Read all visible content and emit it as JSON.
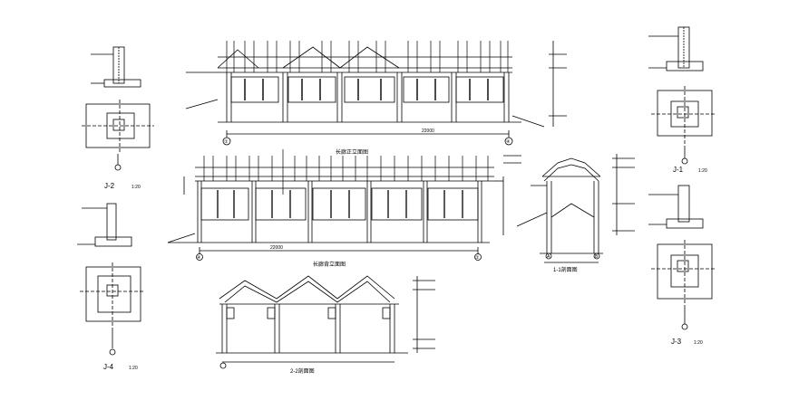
{
  "drawing": {
    "footing_details": [
      {
        "id": "j2",
        "label": "J-2",
        "scale": "1:20"
      },
      {
        "id": "j4",
        "label": "J-4",
        "scale": "1:20"
      },
      {
        "id": "j1",
        "label": "J-1",
        "scale": "1:20"
      },
      {
        "id": "j3",
        "label": "J-3",
        "scale": "1:20"
      }
    ],
    "axis_markers": {
      "front_left": "①",
      "front_right": "④",
      "mid_left": "④",
      "mid_right": "①",
      "small_left": "A",
      "small_right": "B"
    },
    "views": {
      "front_elevation_title": "长廊正立面图",
      "rear_elevation_title": "长廊背立面图",
      "side_section_title": "1-1剖面图",
      "bottom_section_title": "2-2剖面图"
    },
    "dimensions": {
      "front_total": "22000",
      "rear_total": "22000"
    },
    "colors": {
      "line": "#000000",
      "background": "#ffffff"
    }
  }
}
